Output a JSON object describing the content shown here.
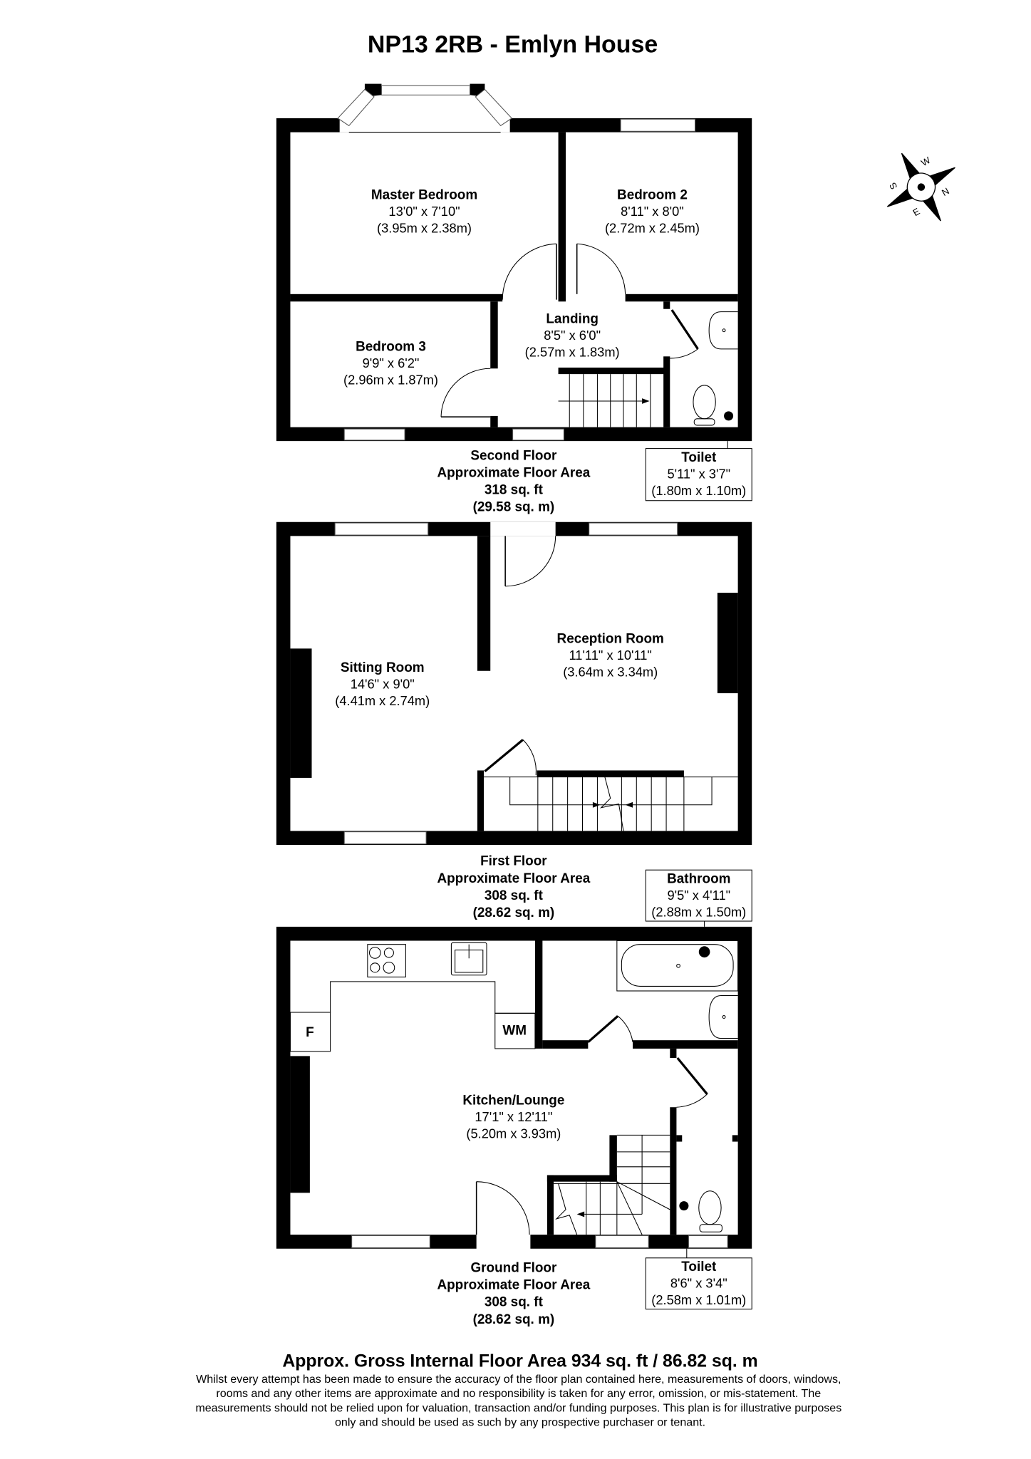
{
  "title": "NP13 2RB - Emlyn House",
  "second_floor": {
    "label": "Second Floor",
    "area_label": "Approximate Floor Area",
    "sqft": "318 sq. ft",
    "sqm": "(29.58 sq. m)",
    "rooms": [
      {
        "name": "Master Bedroom",
        "imperial": "13'0\" x 7'10\"",
        "metric": "(3.95m x 2.38m)"
      },
      {
        "name": "Bedroom 2",
        "imperial": "8'11\" x 8'0\"",
        "metric": "(2.72m x 2.45m)"
      },
      {
        "name": "Bedroom 3",
        "imperial": "9'9\" x 6'2\"",
        "metric": "(2.96m x 1.87m)"
      },
      {
        "name": "Landing",
        "imperial": "8'5\" x 6'0\"",
        "metric": "(2.57m x 1.83m)"
      },
      {
        "name": "Toilet",
        "imperial": "5'11\" x 3'7\"",
        "metric": "(1.80m x 1.10m)"
      }
    ]
  },
  "first_floor": {
    "label": "First Floor",
    "area_label": "Approximate Floor Area",
    "sqft": "308 sq. ft",
    "sqm": "(28.62 sq. m)",
    "rooms": [
      {
        "name": "Sitting Room",
        "imperial": "14'6\" x 9'0\"",
        "metric": "(4.41m x 2.74m)"
      },
      {
        "name": "Reception Room",
        "imperial": "11'11\" x 10'11\"",
        "metric": "(3.64m x 3.34m)"
      },
      {
        "name": "Bathroom",
        "imperial": "9'5\" x 4'11\"",
        "metric": "(2.88m x 1.50m)"
      }
    ]
  },
  "ground_floor": {
    "label": "Ground Floor",
    "area_label": "Approximate Floor Area",
    "sqft": "308 sq. ft",
    "sqm": "(28.62 sq. m)",
    "rooms": [
      {
        "name": "Kitchen/Lounge",
        "imperial": "17'1\" x 12'11\"",
        "metric": "(5.20m x 3.93m)"
      },
      {
        "name": "Toilet",
        "imperial": "8'6\" x 3'4\"",
        "metric": "(2.58m x 1.01m)"
      }
    ],
    "fixtures": {
      "fridge": "F",
      "washing_machine": "WM"
    }
  },
  "compass": {
    "letters": [
      "S",
      "W",
      "E",
      "N"
    ]
  },
  "gross_area": "Approx. Gross Internal Floor Area 934 sq. ft / 86.82 sq. m",
  "disclaimer": [
    "Whilst every attempt has been made to ensure the accuracy of the floor plan contained here, measurements of doors, windows,",
    "rooms and any other items are approximate and no responsibility is taken for any error, omission, or mis-statement. The",
    "measurements should not be relied upon for valuation, transaction and/or funding purposes. This plan is for illustrative purposes",
    "only and should be used as such by any prospective purchaser or tenant."
  ]
}
